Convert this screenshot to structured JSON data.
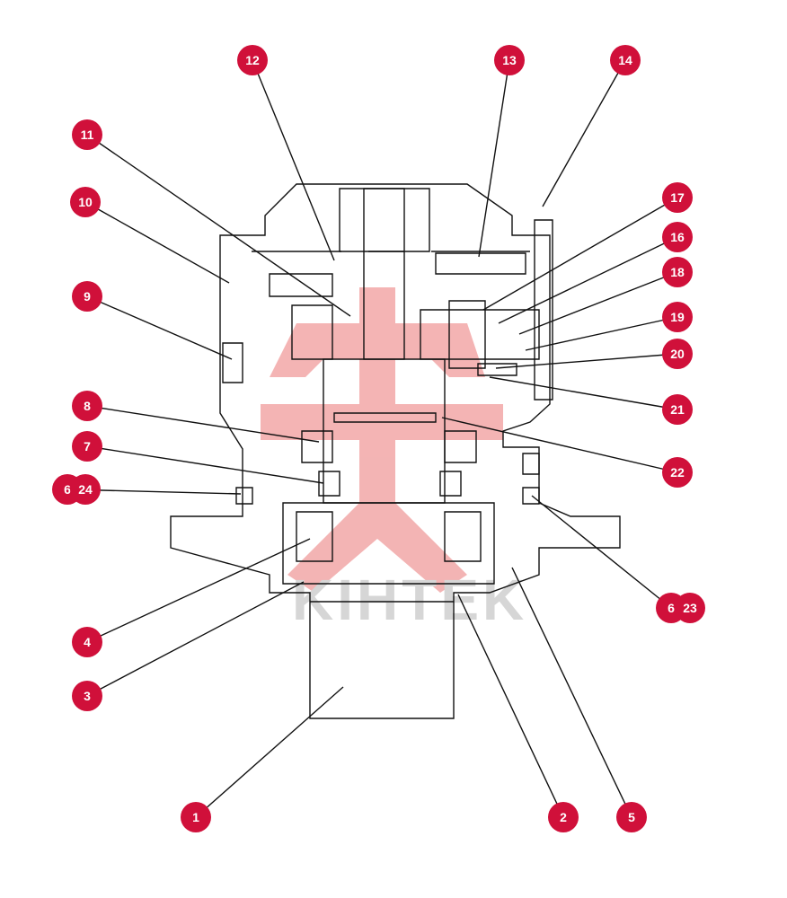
{
  "colors": {
    "badge": "#d0103a",
    "badge_text": "#ffffff",
    "line": "#111111",
    "watermark": "#f2a7a7",
    "watermark_text": "#cfcfcf"
  },
  "watermark": {
    "logo_text": "KIHTEK"
  },
  "callouts": [
    {
      "label": "1"
    },
    {
      "label": "2"
    },
    {
      "label": "3"
    },
    {
      "label": "4"
    },
    {
      "label": "5"
    },
    {
      "label": "6"
    },
    {
      "label": "24"
    },
    {
      "label": "6"
    },
    {
      "label": "23"
    },
    {
      "label": "7"
    },
    {
      "label": "8"
    },
    {
      "label": "9"
    },
    {
      "label": "10"
    },
    {
      "label": "11"
    },
    {
      "label": "12"
    },
    {
      "label": "13"
    },
    {
      "label": "14"
    },
    {
      "label": "17"
    },
    {
      "label": "16"
    },
    {
      "label": "18"
    },
    {
      "label": "19"
    },
    {
      "label": "20"
    },
    {
      "label": "21"
    },
    {
      "label": "22"
    }
  ]
}
